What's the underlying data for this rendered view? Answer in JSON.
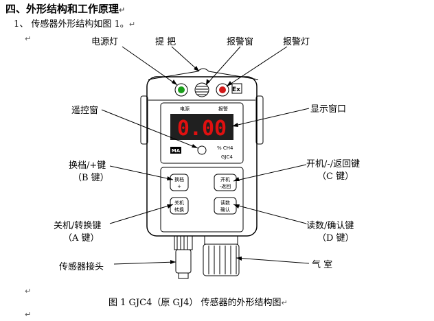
{
  "document": {
    "heading": "四、外形结构和工作原理",
    "intro": "1、 传感器外形结构如图 1。",
    "caption": "图 1    GJC4（原 GJ4） 传感器的外形结构图",
    "paragraph_mark": "↵"
  },
  "labels": {
    "power_light": "电源灯",
    "handle": "提 把",
    "alarm_window": "报警窗",
    "alarm_light": "报警灯",
    "remote_window": "遥控窗",
    "display_window": "显示窗口",
    "range_key": "换档/+键",
    "range_key_b": "（B 键）",
    "power_key": "开机/-/返回键",
    "power_key_c": "（C 键）",
    "off_key": "关机/转换键",
    "off_key_a": "（A 键）",
    "read_key": "读数/确认键",
    "read_key_d": "（D 键）",
    "connector": "传感器接头",
    "air_chamber": "气    室"
  },
  "device": {
    "ex_mark": "Ex",
    "panel_power": "电源",
    "panel_alarm": "报警",
    "reading": "0.00",
    "unit": "% CH4",
    "model": "GJC4",
    "logo": "MA",
    "btn_b_line1": "换档",
    "btn_b_line2": "+",
    "btn_c_line1": "开机",
    "btn_c_line2": "-返回",
    "btn_a_line1": "关机",
    "btn_a_line2": "转换",
    "btn_d_line1": "读数",
    "btn_d_line2": "确认"
  },
  "colors": {
    "power_led": "#1a9e1a",
    "alarm_led": "#d21818",
    "digits": "#e01010",
    "display_bg": "#202020"
  }
}
